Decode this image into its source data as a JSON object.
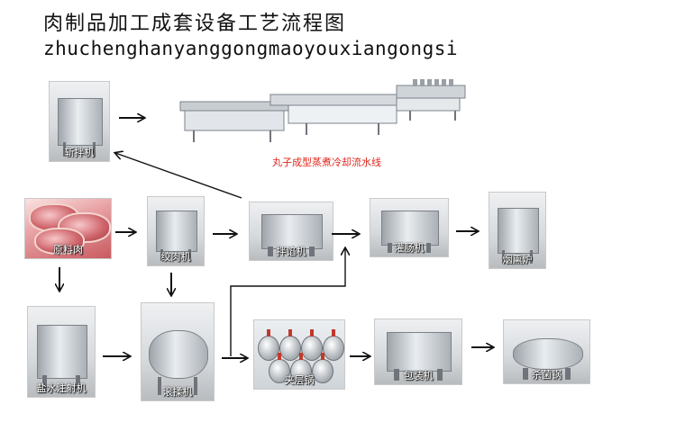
{
  "header": {
    "title": "肉制品加工成套设备工艺流程图",
    "subtitle": "zhuchenghanyanggongmaoyouxiangongsi"
  },
  "machines": {
    "chopper": "斩拌机",
    "raw_meat": "原料肉",
    "grinder": "绞肉机",
    "filling_mixer": "拌馅机",
    "sausage_filler": "灌肠机",
    "smokehouse": "烟熏炉",
    "brine_injector": "盐水注射机",
    "tumbler": "滚揉机",
    "jacketed_kettle": "夹层锅",
    "packaging_machine": "包装机",
    "sterilizer": "杀菌锅"
  },
  "production_line_label": "丸子成型蒸煮冷却流水线"
}
